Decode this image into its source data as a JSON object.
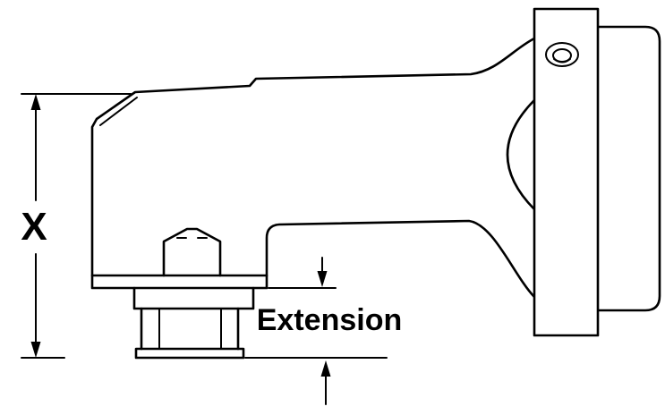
{
  "drawing": {
    "description": "Technical line drawing of a nozzle body assembly with mounting flange, showing overall height and nozzle extension dimensions",
    "labels": {
      "x_dimension": "X",
      "extension": "Extension"
    }
  },
  "colors": {
    "line": "#000000",
    "background": "#ffffff"
  }
}
